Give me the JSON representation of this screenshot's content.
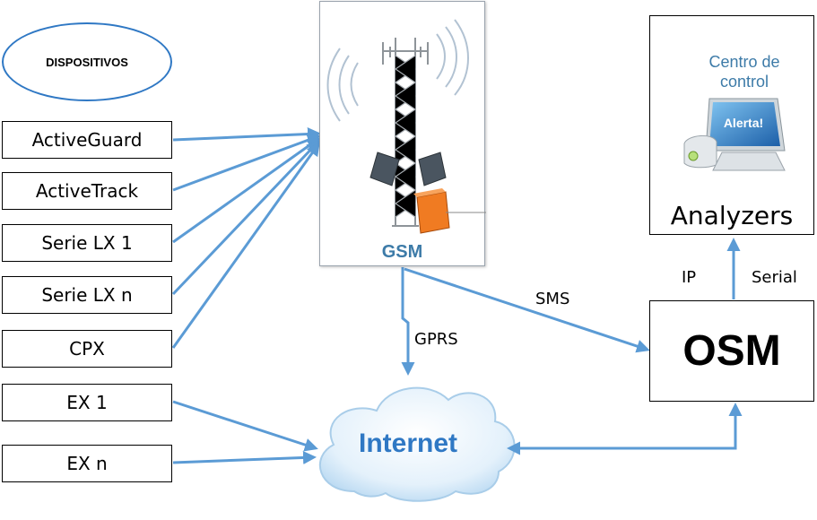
{
  "ellipse_label": "DISPOSITIVOS",
  "devices": [
    "ActiveGuard",
    "ActiveTrack",
    "Serie LX 1",
    "Serie LX n",
    "CPX",
    "EX 1",
    "EX n"
  ],
  "gsm": {
    "label": "GSM"
  },
  "analyzers": {
    "label": "Analyzers",
    "center_text": "Centro de control",
    "screen_text": "Alerta!"
  },
  "osm": {
    "label": "OSM"
  },
  "internet": {
    "label": "Internet"
  },
  "links": {
    "gprs": "GPRS",
    "sms": "SMS",
    "ip": "IP",
    "serial": "Serial"
  },
  "colors": {
    "arrow": "#5b9bd5",
    "accent_blue": "#2f78c4",
    "gsm_text": "#3d7ba8"
  }
}
